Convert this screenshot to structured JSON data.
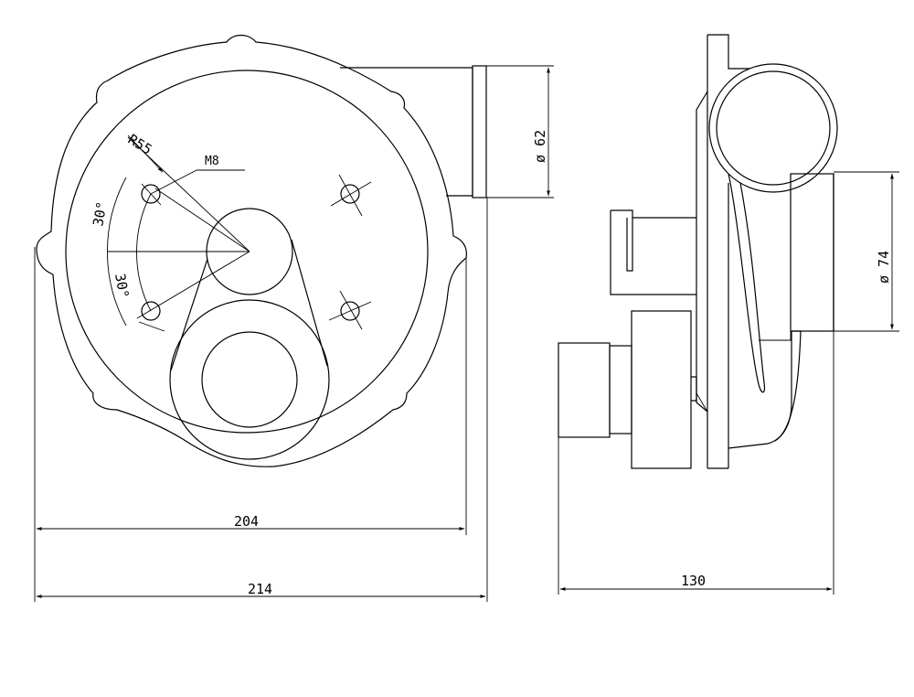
{
  "dimensions": {
    "width_inner": "204",
    "width_outer": "214",
    "depth": "130",
    "dia_outlet": "ø 62",
    "dia_side": "ø 74",
    "radius": "R55",
    "thread": "M8",
    "angle_top": "30°",
    "angle_bottom": "30°"
  }
}
